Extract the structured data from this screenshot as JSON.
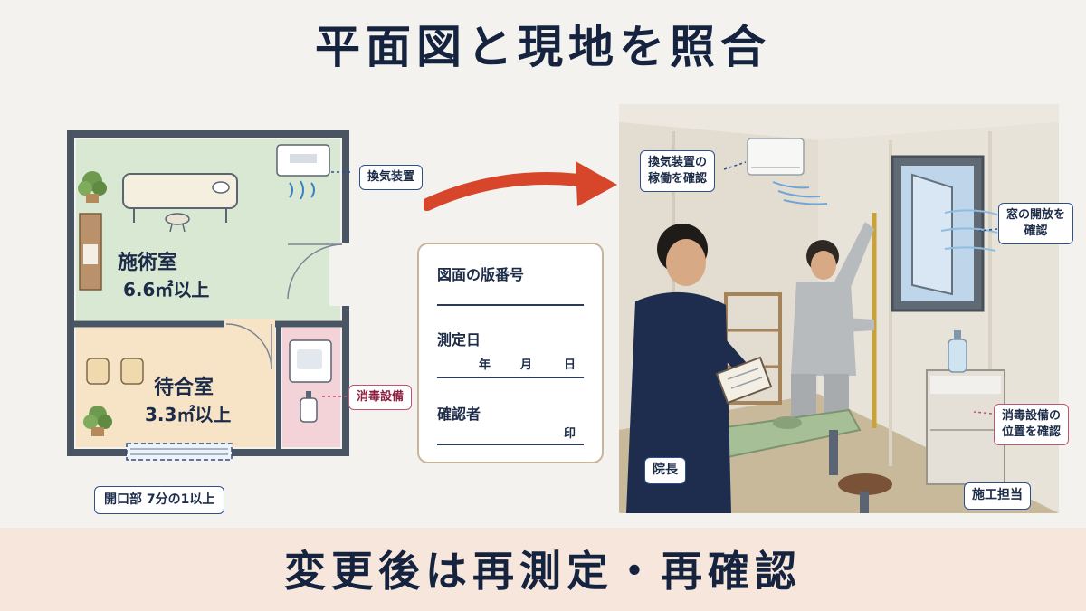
{
  "title": "平面図と現地を照合",
  "footer": "変更後は再測定・再確認",
  "floor_plan": {
    "treatment_room": {
      "name": "施術室",
      "area": "6.6㎡以上"
    },
    "waiting_room": {
      "name": "待合室",
      "area": "3.3㎡以上"
    },
    "tags": {
      "ventilation": "換気装置",
      "disinfection": "消毒設備",
      "opening": "開口部 7分の1以上"
    }
  },
  "checklist_card": {
    "drawing_version_label": "図面の版番号",
    "measure_date_label": "測定日",
    "year": "年",
    "month": "月",
    "day": "日",
    "confirmer_label": "確認者",
    "seal": "印"
  },
  "photo": {
    "tags": {
      "ventilation_line1": "換気装置の",
      "ventilation_line2": "稼働を確認",
      "window_line1": "窓の開放を",
      "window_line2": "確認",
      "disinfection_line1": "消毒設備の",
      "disinfection_line2": "位置を確認",
      "director": "院長",
      "builder": "施工担当"
    }
  },
  "colors": {
    "title_navy": "#15233f",
    "treatment_room_fill": "#d8e8d2",
    "waiting_room_fill": "#f7e3c6",
    "disinfect_room_fill": "#f4d3d8",
    "arrow_red": "#d7452b",
    "tag_border_blue": "#2d4f8a",
    "tag_border_pink": "#c25272",
    "footer_band": "#f6e6dc"
  }
}
